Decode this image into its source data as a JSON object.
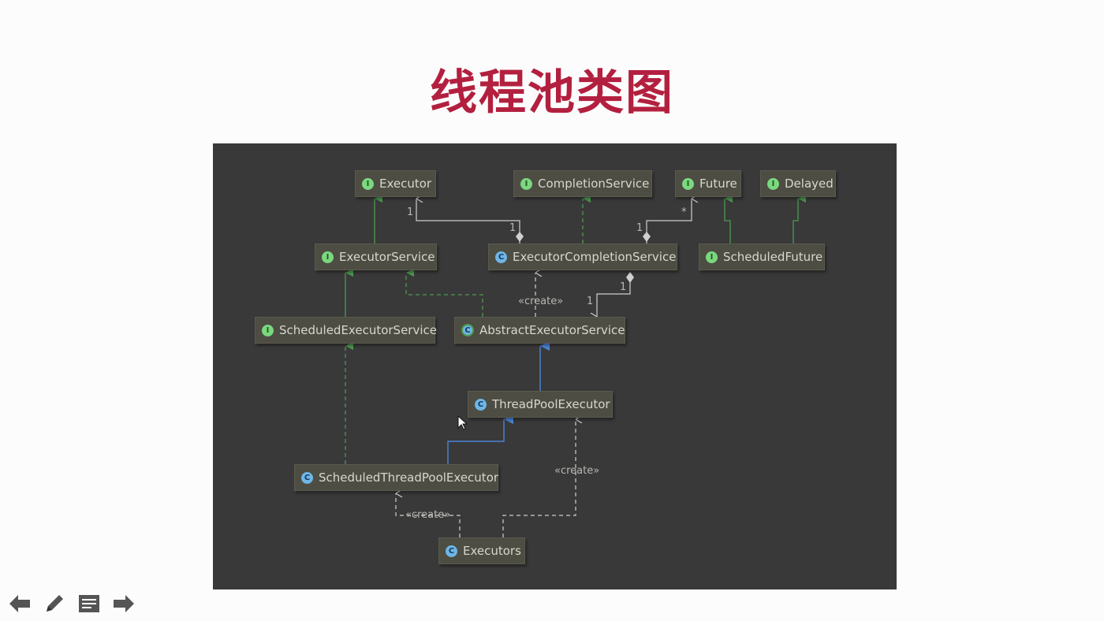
{
  "slide": {
    "title": "线程池类图"
  },
  "diagram": {
    "nodes": {
      "executor": {
        "kind": "I",
        "label": "Executor"
      },
      "completion_service": {
        "kind": "I",
        "label": "CompletionService"
      },
      "future": {
        "kind": "I",
        "label": "Future"
      },
      "delayed": {
        "kind": "I",
        "label": "Delayed"
      },
      "executor_service": {
        "kind": "I",
        "label": "ExecutorService"
      },
      "executor_completion_service": {
        "kind": "C",
        "label": "ExecutorCompletionService"
      },
      "scheduled_future": {
        "kind": "I",
        "label": "ScheduledFuture"
      },
      "scheduled_executor_service": {
        "kind": "I",
        "label": "ScheduledExecutorService"
      },
      "abstract_executor_service": {
        "kind": "C",
        "label": "AbstractExecutorService"
      },
      "thread_pool_executor": {
        "kind": "C",
        "label": "ThreadPoolExecutor"
      },
      "scheduled_thread_pool_executor": {
        "kind": "C",
        "label": "ScheduledThreadPoolExecutor"
      },
      "executors": {
        "kind": "C",
        "label": "Executors"
      }
    },
    "edge_labels": {
      "create_1": "«create»",
      "create_2": "«create»",
      "create_3": "«create»",
      "mult_exec_1a": "1",
      "mult_exec_1b": "1",
      "mult_future_star": "*",
      "mult_future_1": "1",
      "mult_aes_1a": "1",
      "mult_aes_1b": "1"
    },
    "colors": {
      "background": "#39393a",
      "interface_edge": "#4c9a4e",
      "class_edge": "#4a84d6",
      "association": "#cfcfcf"
    }
  },
  "navigation": {
    "prev_icon": "arrow-left-icon",
    "pen_icon": "pen-icon",
    "notes_icon": "notes-icon",
    "next_icon": "arrow-right-icon"
  }
}
